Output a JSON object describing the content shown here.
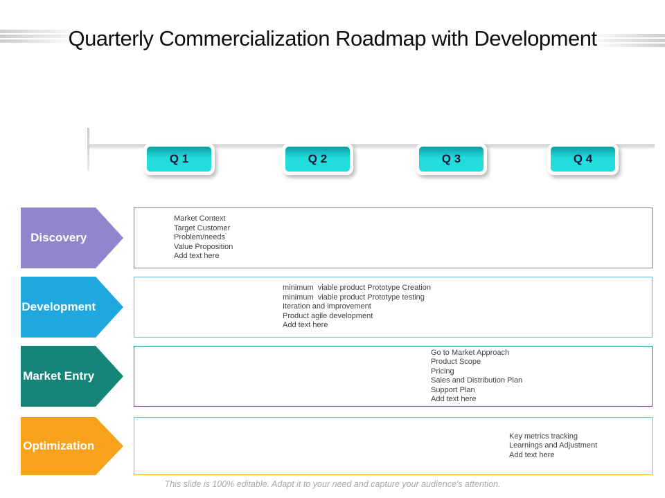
{
  "slide": {
    "title": "Quarterly Commercialization Roadmap with Development",
    "footer": "This slide is 100% editable. Adapt it to your need and capture your audience's attention."
  },
  "timeline": {
    "quarters": [
      {
        "label": "Q 1"
      },
      {
        "label": "Q 2"
      },
      {
        "label": "Q 3"
      },
      {
        "label": "Q 4"
      }
    ],
    "colors": {
      "marker_fill": "#23DCDC",
      "marker_fill_top": "#0D9E9E",
      "marker_text": "#16163C",
      "line": "#DADADA"
    }
  },
  "phases": [
    {
      "label": "Discovery",
      "arrow_color": "#9185CE",
      "box_border_color": "#808080",
      "items": [
        "Market Context",
        "Target Customer",
        "Problem/needs",
        "Value Proposition",
        "Add text here"
      ]
    },
    {
      "label": "Development",
      "arrow_color": "#1FA8DF",
      "box_border_color": "#56BDE8",
      "items": [
        "minimum  viable product Prototype Creation",
        "minimum  viable product Prototype testing",
        "Iteration and improvement",
        "Product agile development",
        "Add text here"
      ]
    },
    {
      "label": "Market Entry",
      "arrow_color": "#17847A",
      "box_border_color": "#17847A",
      "items": [
        "Go to Market Approach",
        "Product Scope",
        "Pricing",
        "Sales and Distribution Plan",
        "Support Plan",
        "Add text here"
      ]
    },
    {
      "label": "Optimization",
      "arrow_color": "#F7A11C",
      "box_border_color": "#F7A11C",
      "items": [
        "Key metrics tracking",
        "Learnings and Adjustment",
        "Add text here"
      ]
    }
  ]
}
